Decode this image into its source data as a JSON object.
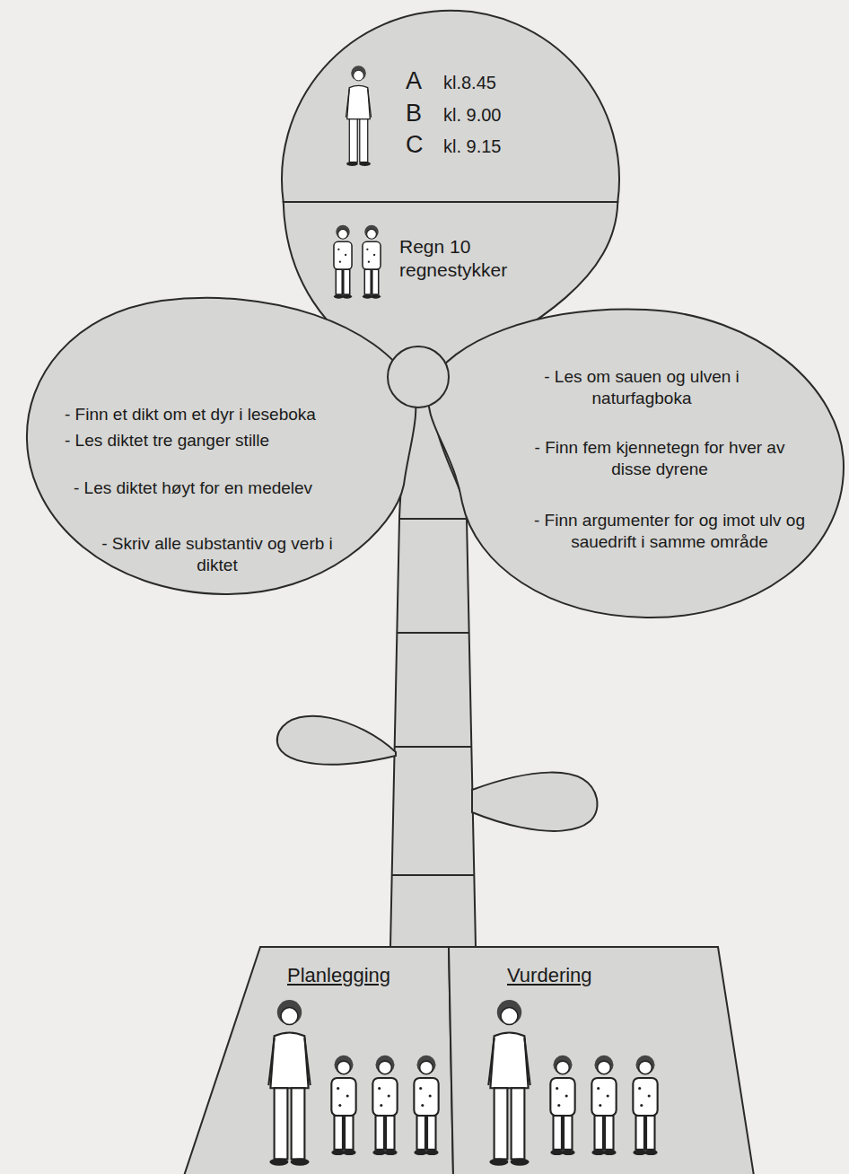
{
  "diagram": {
    "nodes": [
      {
        "text": [
          "A",
          "kl.8.45",
          "B",
          "kl. 9.00",
          "C",
          "kl. 9.15"
        ]
      },
      {
        "text": [
          "Regn 10 regnestykker"
        ]
      },
      {
        "text": [
          "- Finn et dikt om et dyr i leseboka",
          "- Les diktet tre ganger stille",
          "- Les diktet høyt for en medelev",
          "- Skriv alle substantiv og verb i diktet"
        ]
      },
      {
        "text": [
          "- Les om sauen og ulven i naturfagboka",
          "- Finn fem kjennetegn for hver av disse dyrene",
          "- Finn argumenter for og imot ulv og sauedrift i samme område"
        ]
      },
      {
        "text": [
          "Planlegging"
        ]
      },
      {
        "text": [
          "Vurdering"
        ]
      }
    ]
  }
}
